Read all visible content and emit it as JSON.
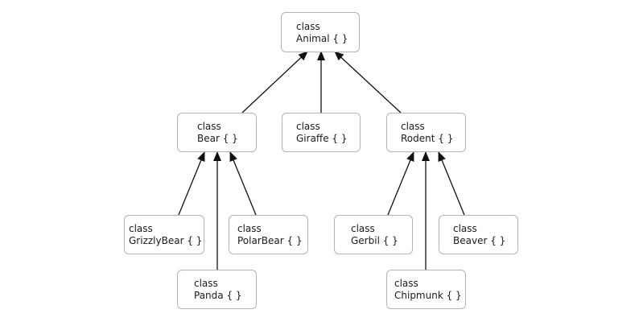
{
  "diagram": {
    "nodes": {
      "animal": {
        "keyword": "class",
        "name": "Animal { }"
      },
      "bear": {
        "keyword": "class",
        "name": "Bear { }"
      },
      "giraffe": {
        "keyword": "class",
        "name": "Giraffe { }"
      },
      "rodent": {
        "keyword": "class",
        "name": "Rodent { }"
      },
      "grizzly": {
        "keyword": "class",
        "name": "GrizzlyBear { }"
      },
      "polar": {
        "keyword": "class",
        "name": "PolarBear { }"
      },
      "panda": {
        "keyword": "class",
        "name": "Panda { }"
      },
      "gerbil": {
        "keyword": "class",
        "name": "Gerbil { }"
      },
      "beaver": {
        "keyword": "class",
        "name": "Beaver { }"
      },
      "chipmunk": {
        "keyword": "class",
        "name": "Chipmunk { }"
      }
    },
    "edges": [
      {
        "from": "bear",
        "to": "animal"
      },
      {
        "from": "giraffe",
        "to": "animal"
      },
      {
        "from": "rodent",
        "to": "animal"
      },
      {
        "from": "grizzly",
        "to": "bear"
      },
      {
        "from": "panda",
        "to": "bear"
      },
      {
        "from": "polar",
        "to": "bear"
      },
      {
        "from": "gerbil",
        "to": "rodent"
      },
      {
        "from": "chipmunk",
        "to": "rodent"
      },
      {
        "from": "beaver",
        "to": "rodent"
      }
    ],
    "colors": {
      "edge": "#111111",
      "border": "#b4b4b4",
      "text": "#1a1a1a"
    }
  }
}
